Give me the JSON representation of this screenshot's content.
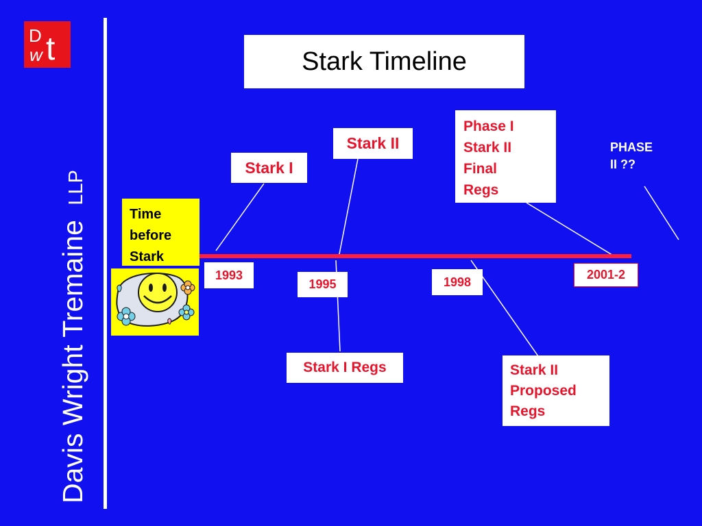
{
  "branding": {
    "logo_letters": "DwT",
    "firm_name": "Davis Wright Tremaine",
    "firm_suffix": "LLP"
  },
  "title": "Stark Timeline",
  "pre_stark": {
    "lines": [
      "Time",
      "before",
      "Stark"
    ],
    "image": "smiley-face-with-flowers"
  },
  "events_above": [
    {
      "id": "stark-1",
      "label": "Stark I"
    },
    {
      "id": "stark-2",
      "label": "Stark II"
    },
    {
      "id": "phase-1",
      "lines": [
        "Phase I",
        "Stark II",
        "Final",
        "Regs"
      ]
    }
  ],
  "phase2_note": [
    "PHASE",
    "II ??"
  ],
  "years": [
    "1993",
    "1995",
    "1998",
    "2001-2"
  ],
  "events_below": [
    {
      "id": "stark-1-regs",
      "label": "Stark I Regs"
    },
    {
      "id": "stark-2-proposed",
      "lines": [
        "Stark II",
        "Proposed",
        "Regs"
      ]
    }
  ],
  "colors": {
    "background": "#1010f0",
    "timeline": "#ff1e3c",
    "label_text": "#e8142c",
    "logo": "#e8141c",
    "highlight": "#ffff00"
  }
}
